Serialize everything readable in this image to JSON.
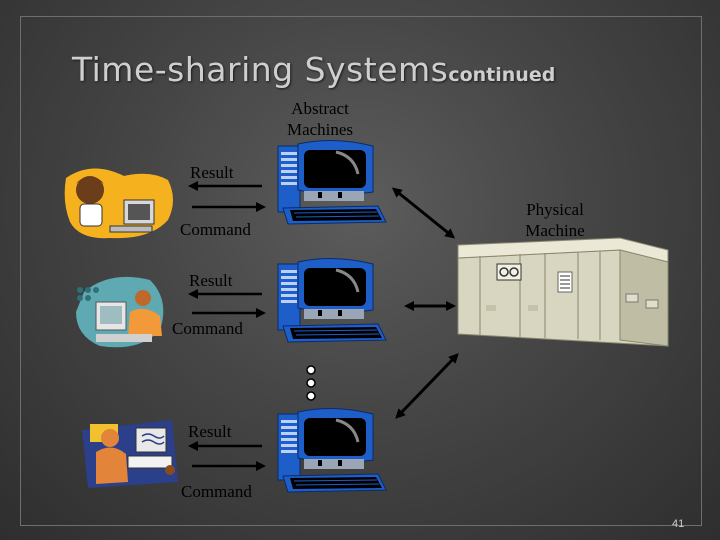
{
  "slide": {
    "title_main": "Time-sharing Systems",
    "title_sub": "continued",
    "abstract_label": "Abstract\nMachines",
    "physical_label": "Physical\nMachine",
    "users": [
      {
        "result": "Result",
        "command": "Command"
      },
      {
        "result": "Result",
        "command": "Command"
      },
      {
        "result": "Result",
        "command": "Command"
      }
    ],
    "page_number": "41"
  },
  "colors": {
    "background": "#454545",
    "title_text": "#cfcfcf",
    "monitor_screen": "#000000",
    "computer_blue": "#1e5ec8"
  },
  "icons": [
    "person-at-computer-clipart",
    "workstation-computer-icon",
    "mainframe-cabinet-icon",
    "two-way-arrow-icon",
    "ellipsis-dots-icon"
  ]
}
